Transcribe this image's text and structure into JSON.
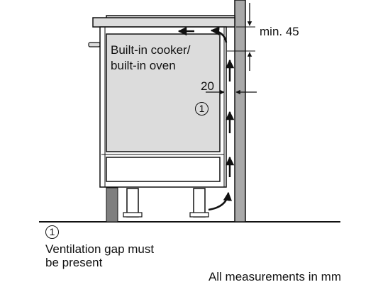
{
  "diagram": {
    "oven_label_line1": "Built-in cooker/",
    "oven_label_line2": "built-in oven",
    "dimension_top": "min. 45",
    "dimension_gap": "20",
    "marker_symbol": "1",
    "legend": {
      "marker": "1",
      "line1": "Ventilation gap must",
      "line2": "be present"
    },
    "footer_note": "All measurements in mm",
    "colors": {
      "oven_fill": "#dcdcdc",
      "wall_fill": "#a9a9a9",
      "line": "#111111"
    }
  }
}
